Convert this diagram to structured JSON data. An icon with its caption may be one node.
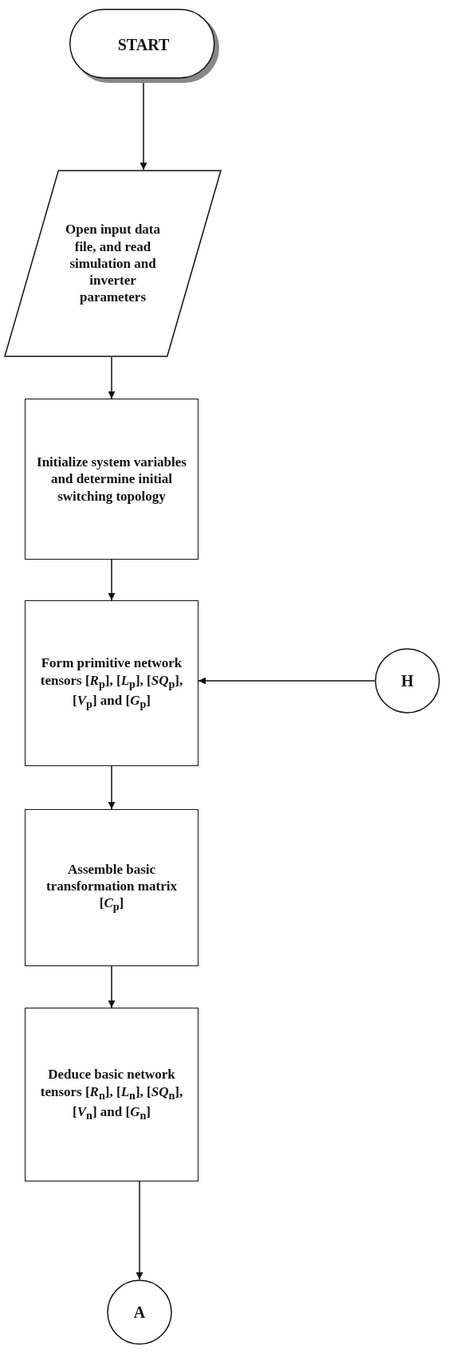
{
  "diagram": {
    "nodes": [
      {
        "text": [
          "START"
        ]
      },
      {
        "text": [
          "Open input data file, and read simulation and inverter parameters"
        ]
      },
      {
        "text": [
          "Initialize system variables and determine initial switching topology"
        ]
      },
      {
        "text": [
          "Form primitive network tensors [*R*$_{p}$], [*L*$_{p}$], [*SQ*$_{p}$], [*V*$_{p}$] and [*G*$_{p}$]"
        ]
      },
      {
        "text": [
          "H"
        ]
      },
      {
        "text": [
          "Assemble basic transformation matrix [*C*$_{p}$]"
        ]
      },
      {
        "text": [
          "Deduce basic network tensors [*R*$_{n}$], [*L*$_{n}$], [*SQ*$_{n}$], [*V*$_{n}$] and [*G*$_{n}$]"
        ]
      },
      {
        "text": [
          "A"
        ]
      }
    ],
    "edges": [
      {
        "from": 0,
        "to": 1,
        "arrow": "to"
      },
      {
        "from": 1,
        "to": 2,
        "arrow": "to"
      },
      {
        "from": 2,
        "to": 3,
        "arrow": "to"
      },
      {
        "from": 4,
        "to": 3,
        "arrow": "to"
      },
      {
        "from": 3,
        "to": 5,
        "arrow": "to"
      },
      {
        "from": 5,
        "to": 6,
        "arrow": "to"
      },
      {
        "from": 6,
        "to": 7,
        "arrow": "to"
      }
    ]
  }
}
